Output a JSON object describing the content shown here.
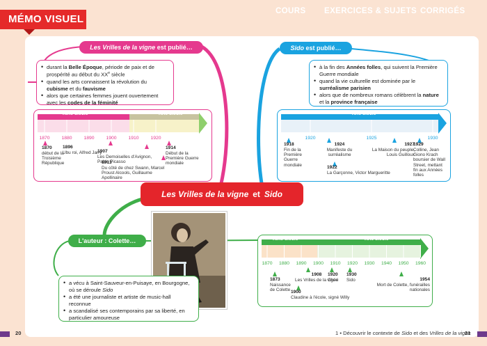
{
  "header": {
    "memo": "MÉMO VISUEL",
    "tabs": [
      "COURS",
      "EXERCICES & SUJETS",
      "CORRIGÉS"
    ]
  },
  "center": {
    "part1": "Les Vrilles de la vigne",
    "part2": "et",
    "part3": "Sido"
  },
  "left_block": {
    "title_italic": "Les Vrilles de la vigne",
    "title_rest": " est publié…",
    "bullets": [
      [
        "durant la ",
        {
          "b": "Belle Époque"
        },
        ", période de paix et de prospérité au début du XX",
        {
          "sup": "e"
        },
        " siècle"
      ],
      [
        "quand les arts connaissent la révolution du ",
        {
          "b": "cubisme"
        },
        " et du ",
        {
          "b": "fauvisme"
        }
      ],
      [
        "alors que certaines femmes jouent ouvertement avec les ",
        {
          "b": "codes de la féminité"
        }
      ]
    ],
    "centuries": [
      "XIXe siècle",
      "XXe siècle"
    ],
    "ticks": [
      "1870",
      "1880",
      "1890",
      "1900",
      "1910",
      "1920"
    ],
    "events": [
      {
        "year": "1870",
        "text": "début de la Troisième République"
      },
      {
        "year": "1896",
        "text": "Ubu roi, Alfred Jarry"
      },
      {
        "year": "1907",
        "text": "Les Demoiselles d'Avignon, Pablo Picasso"
      },
      {
        "year": "1913",
        "text": "Du côté de chez Swann, Marcel Proust Alcools, Guillaume Apollinaire"
      },
      {
        "year": "1914",
        "text": "Début de la Première Guerre mondiale"
      }
    ]
  },
  "right_block": {
    "title_italic": "Sido",
    "title_rest": " est publié…",
    "bullets": [
      [
        "à la fin des ",
        {
          "b": "Années folles"
        },
        ", qui suivent la Première Guerre mondiale"
      ],
      [
        "quand la vie culturelle est dominée par le ",
        {
          "b": "surréalisme parisien"
        }
      ],
      [
        "alors que de nombreux romans célèbrent la ",
        {
          "b": "nature"
        },
        " et la ",
        {
          "b": "province française"
        }
      ]
    ],
    "century": "XXe siècle",
    "ticks": [
      "1920",
      "1925",
      "1930"
    ],
    "events": [
      {
        "year": "1918",
        "text": "Fin de la Première Guerre mondiale"
      },
      {
        "year": "1924",
        "text": "Manifeste du surréalisme"
      },
      {
        "year": "1922",
        "text": "La Garçonne, Victor Margueritte"
      },
      {
        "year": "1927",
        "text": "La Maison du peuple, Louis Guilloux"
      },
      {
        "year": "1929",
        "text": "Colline, Jean Giono Krach boursier de Wall Street, mettant fin aux Années folles"
      }
    ]
  },
  "author_block": {
    "pill": "L'auteur : Colette…",
    "bullets": [
      [
        "a vécu à Saint-Sauveur-en-Puisaye, en Bourgogne, où se déroule ",
        {
          "i": "Sido"
        }
      ],
      [
        "a été une journaliste et artiste de music-hall reconnue"
      ],
      [
        "a scandalisé ses contemporains par sa liberté, en particulier amoureuse"
      ]
    ],
    "centuries": [
      "XIXe siècle",
      "XXe siècle"
    ],
    "ticks": [
      "1870",
      "1880",
      "1890",
      "1900",
      "1910",
      "1920",
      "1930",
      "1940",
      "1950",
      "1960"
    ],
    "events": [
      {
        "year": "1873",
        "text": "Naissance de Colette"
      },
      {
        "year": "1908",
        "text": "Les Vrilles de la vigne"
      },
      {
        "year": "1920",
        "text": "Chéri"
      },
      {
        "year": "1930",
        "text": "Sido"
      },
      {
        "year": "1900",
        "text": "Claudine à l'école, signé Willy"
      },
      {
        "year": "1954",
        "text": "Mort de Colette, funérailles nationales"
      }
    ]
  },
  "footer": {
    "left_page": "20",
    "right_page": "21",
    "right_text_a": "1 • Découvrir le contexte de ",
    "right_text_b": "Sido",
    "right_text_c": " et des ",
    "right_text_d": "Vrilles de la vigne"
  },
  "colors": {
    "pink": "#e5398e",
    "blue": "#1aa3e0",
    "green": "#3fae49",
    "red": "#e4252b",
    "purple": "#6e3a8c"
  }
}
